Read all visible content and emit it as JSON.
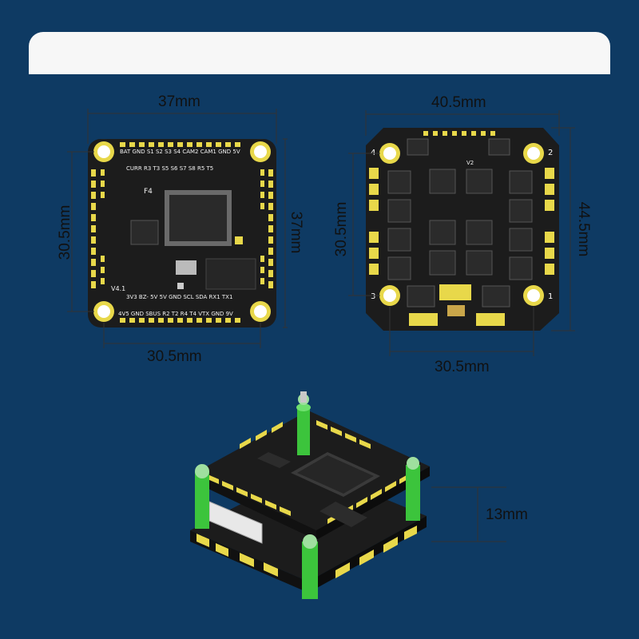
{
  "fc_board": {
    "width": "37mm",
    "height": "37mm",
    "hole_w": "30.5mm",
    "hole_h": "30.5mm",
    "silk_top": "BAT GND  S1  S2  S3  S4 CAM2 CAM1 GND 5V",
    "silk_row2": "CURR R3  T3  S5  S6  S7  S8  R5  T5",
    "silk_bottom1": "3V3  BZ-  5V  5V  GND  SCL  SDA  RX1  TX1",
    "silk_bottom2": "4V5 GND SBUS R2  T2  R4  T4  VTX GND  9V",
    "silk_f4": "F4",
    "silk_ver": "V4.1"
  },
  "esc_board": {
    "width": "40.5mm",
    "height": "44.5mm",
    "hole_w": "30.5mm",
    "hole_h": "30.5mm",
    "corner_1": "1",
    "corner_2": "2",
    "corner_3": "3",
    "corner_4": "4",
    "silk_ver": "V2"
  },
  "stack": {
    "height": "13mm"
  },
  "colors": {
    "background": "#0e3a63",
    "panel": "#ffffff",
    "pcb": "#1a1a1a",
    "gold": "#e8d84a",
    "standoff": "#3cc43c"
  }
}
